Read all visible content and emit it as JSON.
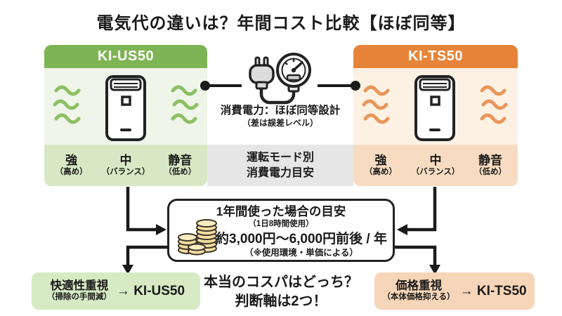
{
  "title": "電気代の違いは？年間コスト比較【ほぼ同等】",
  "colors": {
    "green_header": "#7db454",
    "green_body": "#eff5e8",
    "green_mode_row": "#d7e9c4",
    "green_bottom_box": "#d6ebc3",
    "orange_header": "#e78439",
    "orange_body": "#fdf1e4",
    "orange_mode_row": "#f7dcc2",
    "orange_bottom_box": "#f7d5b8",
    "gray_band": "#e6e6e6",
    "line": "#1a1a1a"
  },
  "icons": {
    "plug_gauge": "power-plug-with-meter-icon",
    "coins": "coin-stacks-icon",
    "purifier": "air-purifier-icon"
  },
  "left_panel": {
    "name": "KI-US50",
    "modes": [
      {
        "label": "強",
        "sub": "（高め）"
      },
      {
        "label": "中",
        "sub": "（バランス）"
      },
      {
        "label": "静音",
        "sub": "（低め）"
      }
    ]
  },
  "right_panel": {
    "name": "KI-TS50",
    "modes": [
      {
        "label": "強",
        "sub": "（高め）"
      },
      {
        "label": "中",
        "sub": "（バランス）"
      },
      {
        "label": "静音",
        "sub": "（低め）"
      }
    ]
  },
  "center": {
    "power_line1": "消費電力：ほぼ同等設計",
    "power_line2": "（差は誤差レベル）",
    "mode_band_line1": "運転モード別",
    "mode_band_line2": "消費電力目安"
  },
  "cost_box": {
    "title": "1年間使った場合の目安",
    "subtitle": "（1日8時間使用）",
    "amount": "約3,000円〜6,000円前後 / 年",
    "note": "（※使用環境・単価による）"
  },
  "bottom": {
    "left": {
      "title": "快適性重視",
      "sub": "（掃除の手間減）",
      "result": "→ KI-US50"
    },
    "question_line1": "本当のコスパはどっち？",
    "question_line2": "判断軸は2つ！",
    "right": {
      "title": "価格重視",
      "sub": "（本体価格抑える）",
      "result": "→ KI-TS50"
    }
  }
}
